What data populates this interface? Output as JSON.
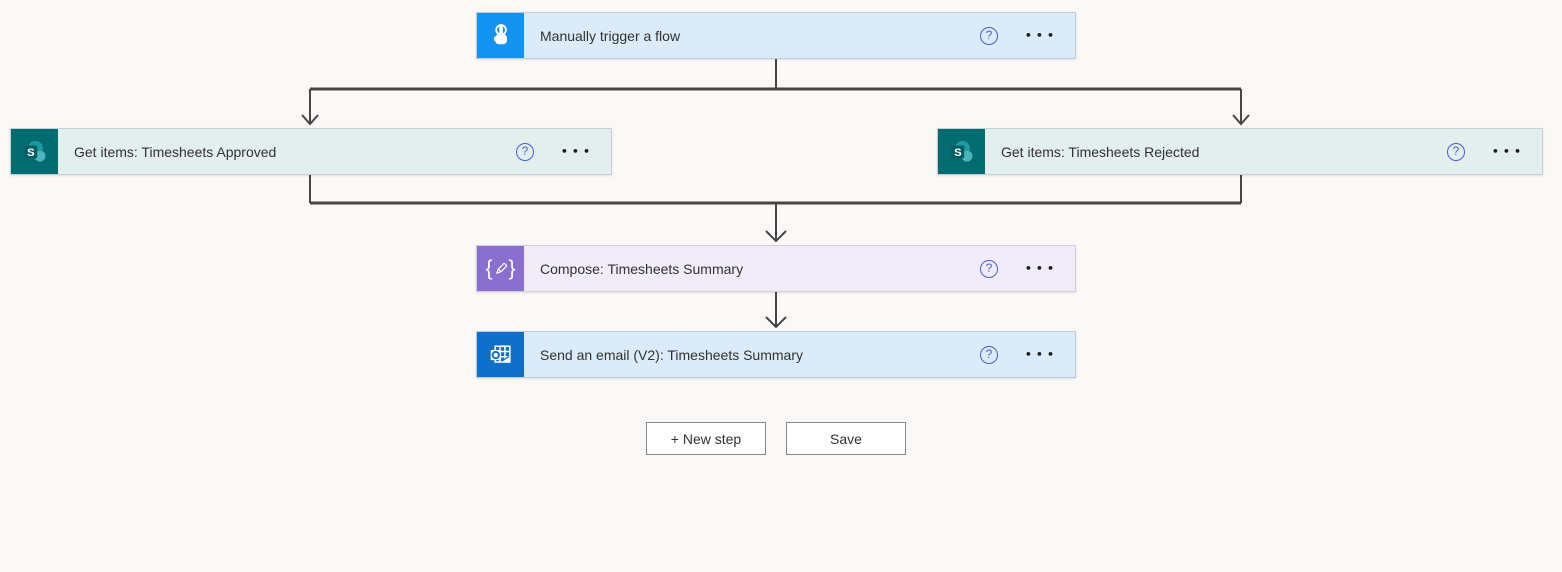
{
  "nodes": [
    {
      "id": "manual-trigger",
      "label": "Manually trigger a flow",
      "icon": "manual-trigger-icon",
      "icon_bg": "#1392ef",
      "card_bg": "#dcebfa"
    },
    {
      "id": "get-items-approved",
      "label": "Get items: Timesheets Approved",
      "icon": "sharepoint-icon",
      "icon_bg": "#036c70",
      "card_bg": "#e3efef"
    },
    {
      "id": "get-items-rejected",
      "label": "Get items: Timesheets Rejected",
      "icon": "sharepoint-icon",
      "icon_bg": "#036c70",
      "card_bg": "#e3efef"
    },
    {
      "id": "compose",
      "label": "Compose: Timesheets Summary",
      "icon": "compose-icon",
      "icon_bg": "#8a6fd0",
      "card_bg": "#f1ecfa"
    },
    {
      "id": "send-email",
      "label": "Send an email (V2): Timesheets Summary",
      "icon": "outlook-icon",
      "icon_bg": "#0e70c8",
      "card_bg": "#dcebf9"
    }
  ],
  "card_controls": {
    "help_glyph": "?",
    "menu_glyph": "•••"
  },
  "buttons": {
    "new_step_label": "+ New step",
    "save_label": "Save"
  },
  "colors": {
    "canvas_bg": "#faf9f8",
    "connector": "#484644",
    "help_icon": "#4a5fd0",
    "label_text": "#323130"
  }
}
